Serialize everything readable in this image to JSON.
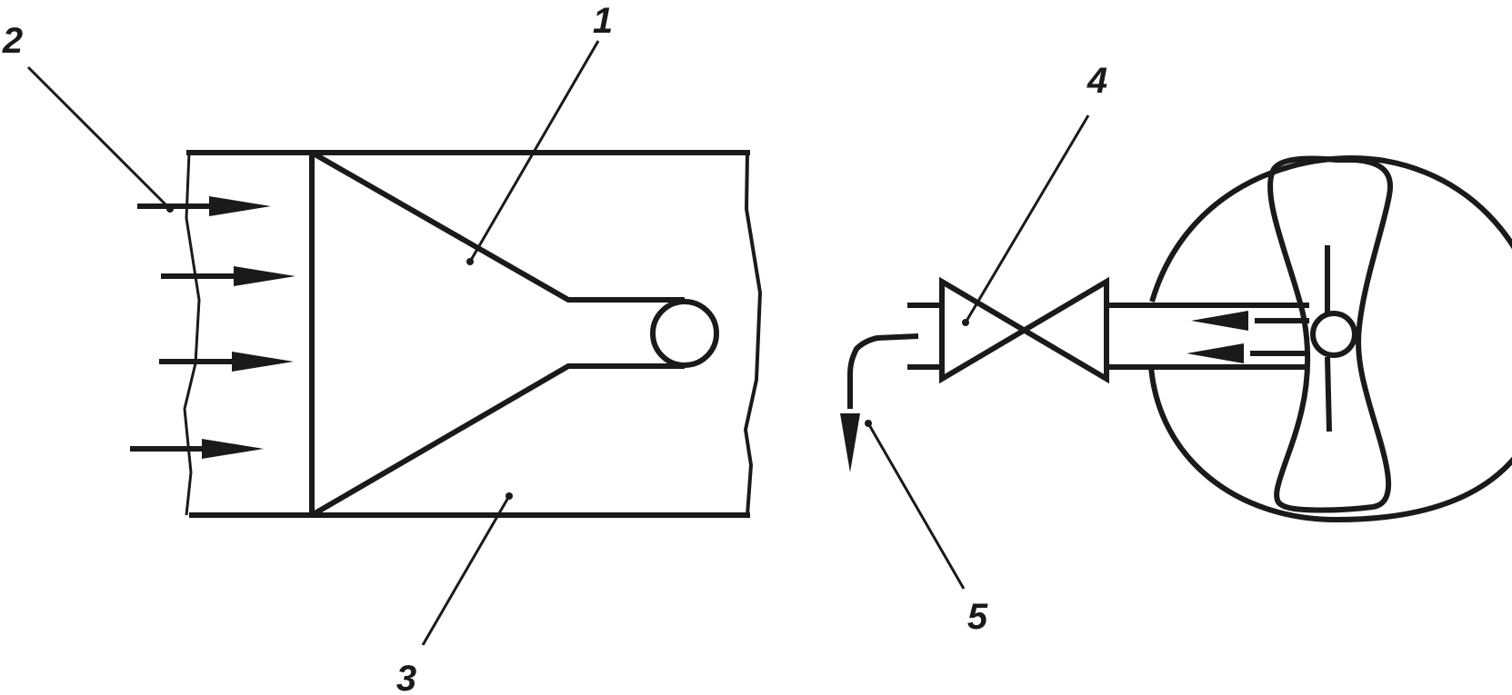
{
  "diagram": {
    "labels": [
      {
        "id": "1",
        "text": "1"
      },
      {
        "id": "2",
        "text": "2"
      },
      {
        "id": "3",
        "text": "3"
      },
      {
        "id": "4",
        "text": "4"
      },
      {
        "id": "5",
        "text": "5"
      }
    ],
    "colors": {
      "line": "#1a1a1a",
      "background": "#ffffff"
    }
  }
}
